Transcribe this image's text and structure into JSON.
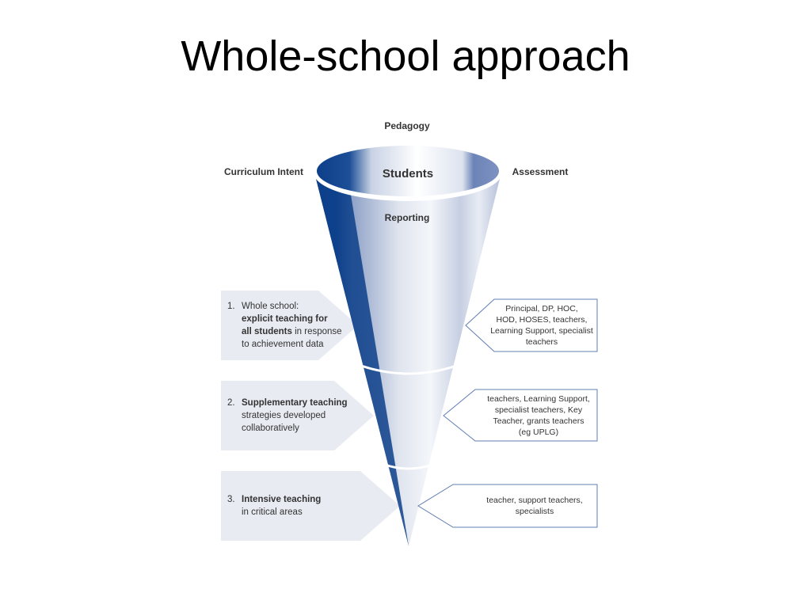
{
  "title": "Whole-school approach",
  "funnel": {
    "top_label": "Pedagogy",
    "left_label": "Curriculum Intent",
    "right_label": "Assessment",
    "center_label": "Students",
    "bottom_label": "Reporting"
  },
  "tiers": [
    {
      "number": "1.",
      "line1": "Whole school:",
      "line2_bold": "explicit teaching for",
      "line3_bold": "all students",
      "line3_rest": " in response",
      "line4": "to achievement data",
      "staff": [
        "Principal, DP, HOC,",
        "HOD, HOSES, teachers,",
        "Learning Support, specialist",
        "teachers"
      ]
    },
    {
      "number": "2.",
      "line1_bold": "Supplementary teaching",
      "line2": "strategies developed",
      "line3": "collaboratively",
      "staff": [
        "teachers, Learning Support,",
        "specialist teachers, Key",
        "Teacher, grants teachers",
        "(eg UPLG)"
      ]
    },
    {
      "number": "3.",
      "line1_bold": "Intensive teaching",
      "line2": "in critical areas",
      "staff": [
        "teacher, support teachers,",
        "specialists"
      ]
    }
  ],
  "colors": {
    "navy": "#0d3f8a",
    "mid_blue": "#6d84b8",
    "light_grey": "#e8ebf2",
    "outline": "#5f7cb3"
  }
}
